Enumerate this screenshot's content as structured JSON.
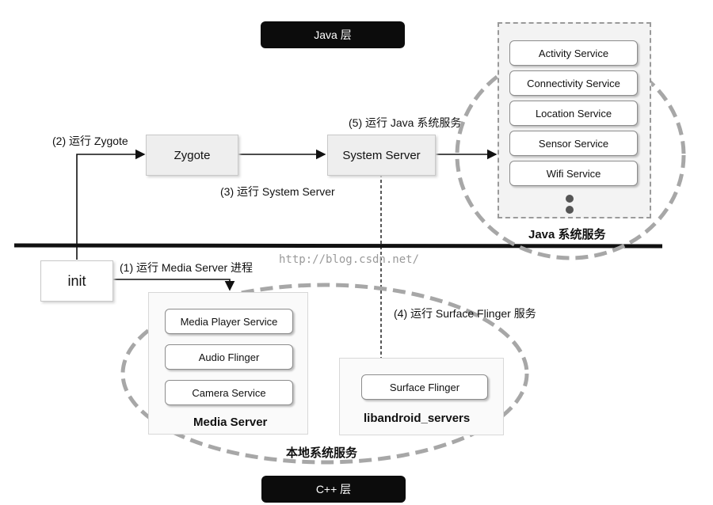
{
  "layers": {
    "java": "Java 层",
    "cpp": "C++ 层"
  },
  "steps": {
    "run_media_server": "(1) 运行 Media Server 进程",
    "run_zygote": "(2) 运行 Zygote",
    "run_system_server": "(3) 运行 System Server",
    "run_surface_flinger": "(4) 运行 Surface Flinger 服务",
    "run_java_services": "(5) 运行 Java 系统服务"
  },
  "nodes": {
    "init": "init",
    "zygote": "Zygote",
    "system_server": "System Server"
  },
  "java_services": {
    "title": "Java 系统服务",
    "items": [
      "Activity Service",
      "Connectivity Service",
      "Location Service",
      "Sensor Service",
      "Wifi Service"
    ]
  },
  "media_server": {
    "title": "Media Server",
    "items": [
      "Media Player Service",
      "Audio Flinger",
      "Camera Service"
    ]
  },
  "libandroid_servers": {
    "title": "libandroid_servers",
    "items": [
      "Surface Flinger"
    ]
  },
  "native_services": {
    "title": "本地系统服务"
  },
  "watermark": "http://blog.csdn.net/"
}
